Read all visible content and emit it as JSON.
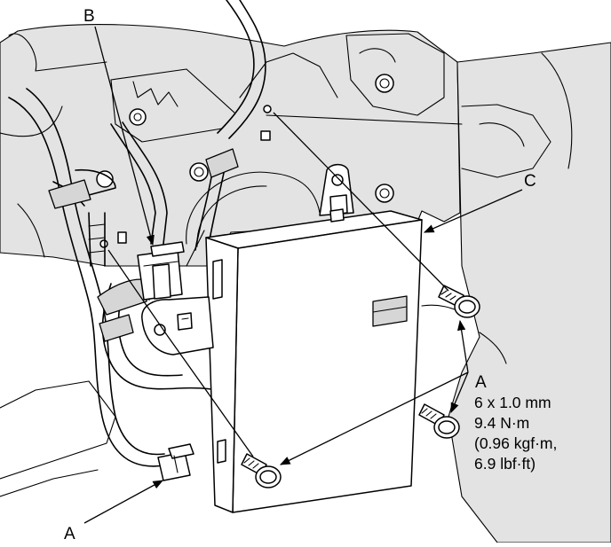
{
  "callouts": {
    "a_bottom": "A",
    "b": "B",
    "c": "C",
    "a_spec": "A"
  },
  "spec": {
    "size": "6 x 1.0 mm",
    "torque_nm": "9.4 N·m",
    "torque_kgf": "(0.96 kgf·m,",
    "torque_lbf": "6.9 lbf·ft)"
  },
  "colors": {
    "background": "#ffffff",
    "body_panel": "#e3e3e3",
    "line": "#000000"
  }
}
